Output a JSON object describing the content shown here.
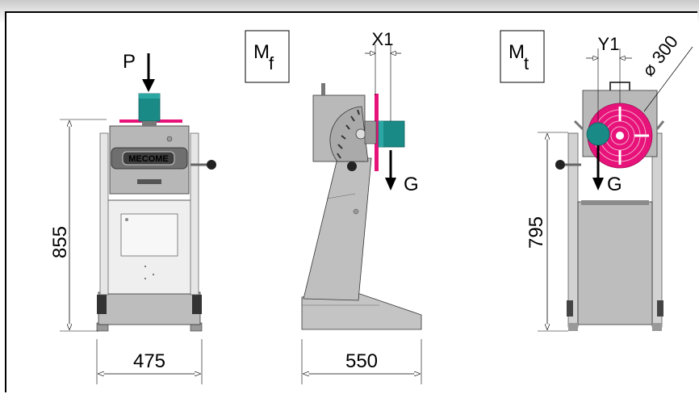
{
  "symbols": {
    "moment_front": {
      "main": "M",
      "sub": "f"
    },
    "moment_side": {
      "main": "M",
      "sub": "t"
    }
  },
  "labels": {
    "force_p": "P",
    "gravity_front": "G",
    "gravity_side": "G",
    "offset_x": "X1",
    "offset_y": "Y1",
    "plate_diameter": "300",
    "diameter_symbol": "⌀",
    "brand": "MECOME"
  },
  "dimensions": {
    "front_height": "855",
    "front_width": "475",
    "side_width": "550",
    "rear_height": "795"
  },
  "colors": {
    "table": "#e8137a",
    "workpiece": "#1a8a86",
    "body": "#b9b9b9",
    "cabinet": "#ececec"
  }
}
